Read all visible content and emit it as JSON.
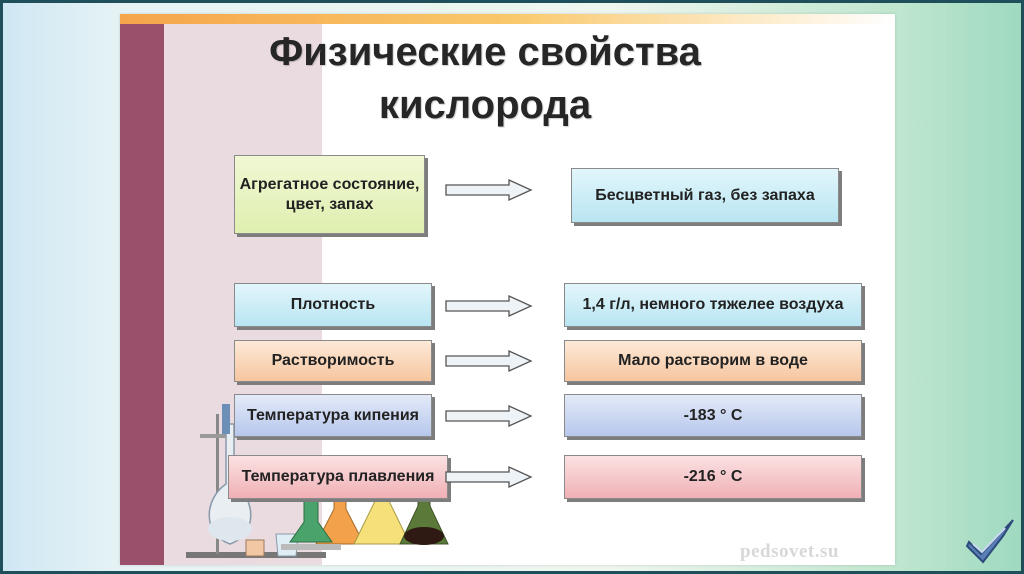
{
  "title": "Физические свойства кислорода",
  "rows": [
    {
      "property": "Агрегатное состояние, цвет, запах",
      "value": "Бесцветный газ, без запаха"
    },
    {
      "property": "Плотность",
      "value": "1,4 г/л, немного тяжелее воздуха"
    },
    {
      "property": "Растворимость",
      "value": "Мало растворим в воде"
    },
    {
      "property": "Температура кипения",
      "value": "-183 ° С"
    },
    {
      "property": "Температура плавления",
      "value": "-216 ° С"
    }
  ],
  "watermark": "pedsovet.su",
  "icons": {
    "arrow": "right-arrow-icon",
    "check": "checkmark-icon",
    "flasks": "lab-glassware-icon"
  },
  "colors": {
    "stripe": "#9a4f6b",
    "panel": "#eadbe0",
    "accent": "#f6a54a"
  }
}
